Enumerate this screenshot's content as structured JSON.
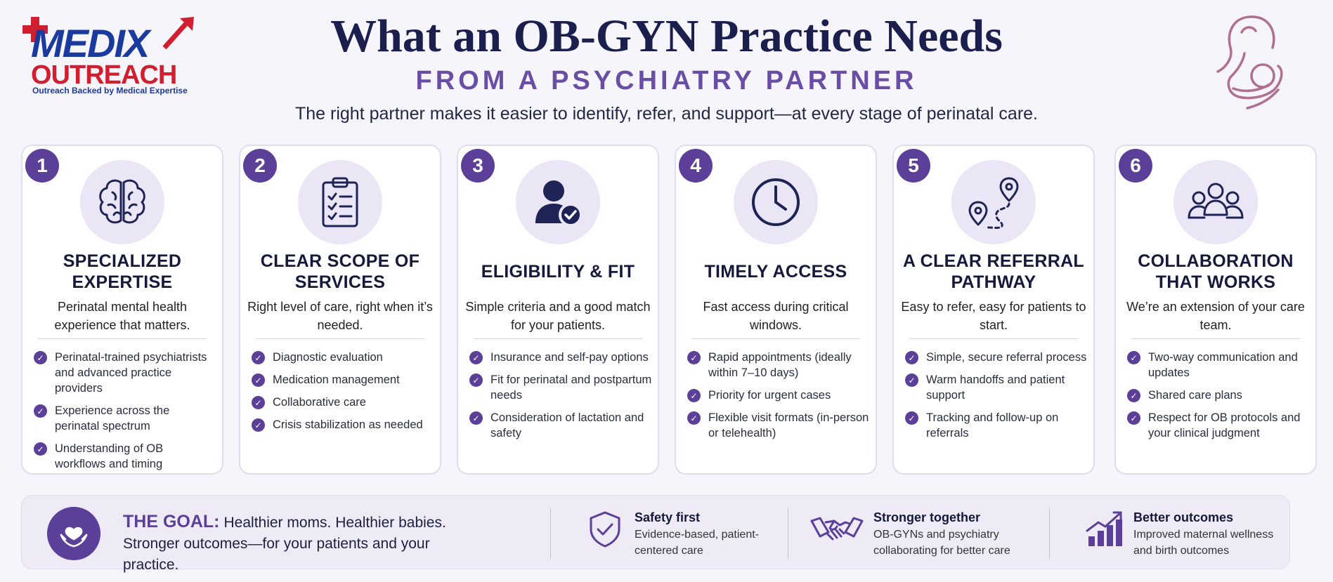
{
  "brand": {
    "name_line1": "MEDIX",
    "name_line2": "OUTREACH",
    "tagline": "Outreach Backed by Medical Expertise"
  },
  "header": {
    "title": "What an OB-GYN Practice Needs",
    "subtitle": "FROM A PSYCHIATRY PARTNER",
    "lede": "The right partner makes it easier to identify, refer, and support—at every stage of perinatal care.",
    "corner_icon": "mother-baby-icon"
  },
  "colors": {
    "accent": "#5b3f98",
    "title": "#1a1f4d",
    "subtitle": "#6a4ea6",
    "logo_blue": "#1b3aa0",
    "logo_red": "#d11f2f",
    "icon_bg": "#ebe6f6"
  },
  "cards": [
    {
      "number": "1",
      "icon": "brain-icon",
      "title": "SPECIALIZED EXPERTISE",
      "subtitle": "Perinatal mental health experience that matters.",
      "bullets": [
        "Perinatal-trained psychiatrists and advanced practice providers",
        "Experience across the perinatal spectrum",
        "Understanding of OB workflows and timing"
      ]
    },
    {
      "number": "2",
      "icon": "clipboard-checklist-icon",
      "title": "CLEAR SCOPE OF SERVICES",
      "subtitle": "Right level of care, right when it’s needed.",
      "bullets": [
        "Diagnostic evaluation",
        "Medication management",
        "Collaborative care",
        "Crisis stabilization as needed"
      ]
    },
    {
      "number": "3",
      "icon": "person-check-icon",
      "title": "ELIGIBILITY & FIT",
      "subtitle": "Simple criteria and a good match for your patients.",
      "bullets": [
        "Insurance and self-pay options",
        "Fit for perinatal and postpartum needs",
        "Consideration of lactation and safety"
      ]
    },
    {
      "number": "4",
      "icon": "clock-icon",
      "title": "TIMELY ACCESS",
      "subtitle": "Fast access during critical windows.",
      "bullets": [
        "Rapid appointments (ideally within 7–10 days)",
        "Priority for urgent cases",
        "Flexible visit formats (in-person or telehealth)"
      ]
    },
    {
      "number": "5",
      "icon": "route-pins-icon",
      "title": "A CLEAR REFERRAL PATHWAY",
      "subtitle": "Easy to refer, easy for patients to start.",
      "bullets": [
        "Simple, secure referral process",
        "Warm handoffs and patient support",
        "Tracking and follow-up on referrals"
      ]
    },
    {
      "number": "6",
      "icon": "team-icon",
      "title": "COLLABORATION THAT WORKS",
      "subtitle": "We’re an extension of your care team.",
      "bullets": [
        "Two-way communication and updates",
        "Shared care plans",
        "Respect for OB protocols and your clinical judgment"
      ]
    }
  ],
  "goal": {
    "icon": "heart-hands-icon",
    "label": "THE GOAL:",
    "line1": "Healthier moms. Healthier babies.",
    "line2": "Stronger outcomes—for your patients and your practice.",
    "features": [
      {
        "icon": "shield-check-icon",
        "title": "Safety first",
        "desc": "Evidence-based, patient-centered care"
      },
      {
        "icon": "handshake-icon",
        "title": "Stronger together",
        "desc": "OB-GYNs and psychiatry collaborating for better care"
      },
      {
        "icon": "chart-growth-icon",
        "title": "Better outcomes",
        "desc": "Improved maternal wellness and birth outcomes"
      }
    ]
  }
}
